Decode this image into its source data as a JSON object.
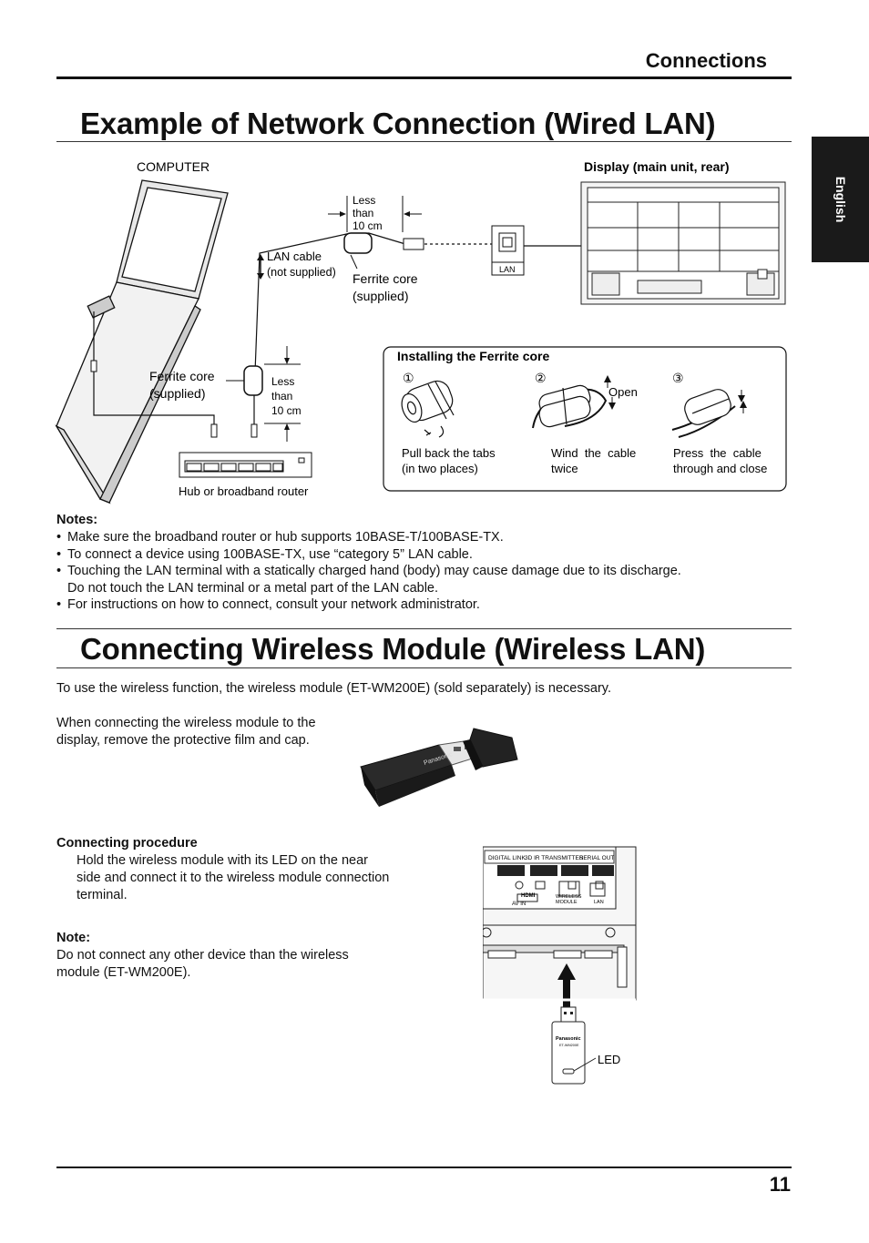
{
  "header": {
    "section": "Connections"
  },
  "side_tab": {
    "label": "English"
  },
  "wired": {
    "title": "Example of Network Connection (Wired LAN)",
    "computer_label": "COMPUTER",
    "display_label": "Display (main unit, rear)",
    "less_than_top": [
      "Less",
      "than",
      "10 cm"
    ],
    "lan_cable_label": [
      "LAN cable",
      "(not supplied)"
    ],
    "ferrite_top_label": [
      "Ferrite core",
      "(supplied)"
    ],
    "ferrite_left_label": [
      "Ferrite core",
      "(supplied)"
    ],
    "less_than_mid": [
      "Less",
      "than",
      "10 cm"
    ],
    "lan_port_label": "LAN",
    "hub_label": "Hub or broadband router",
    "ferrite_box": {
      "title": "Installing the Ferrite core",
      "open_label": "Open",
      "steps": [
        {
          "num": "①",
          "text": [
            "Pull back the tabs",
            "(in two places)"
          ]
        },
        {
          "num": "②",
          "text": [
            "Wind  the  cable",
            "twice"
          ]
        },
        {
          "num": "③",
          "text": [
            "Press  the  cable",
            "through and close"
          ]
        }
      ]
    },
    "notes_title": "Notes:",
    "notes": [
      "Make sure the broadband router or hub supports 10BASE-T/100BASE-TX.",
      "To connect a device using 100BASE-TX, use “category 5” LAN cable.",
      "Touching the LAN terminal with a statically charged hand (body) may cause damage due to its discharge.",
      "For instructions on how to connect, consult your network administrator."
    ],
    "note3_cont": "Do not touch the LAN terminal or a metal part of the LAN cable."
  },
  "wireless": {
    "title": "Connecting Wireless Module (Wireless LAN)",
    "intro": "To use the wireless function, the wireless module (ET-WM200E) (sold separately) is necessary.",
    "film_note": [
      "When connecting the wireless module to the",
      "display, remove the protective film and cap."
    ],
    "module_brand": "Panasonic",
    "procedure_title": "Connecting procedure",
    "procedure_text": [
      "Hold the wireless module with its LED on the near",
      "side and connect it to the wireless module connection",
      "terminal."
    ],
    "note_title": "Note:",
    "note_text": [
      "Do not connect any other device than the wireless",
      "module (ET-WM200E)."
    ],
    "panel_labels": [
      "DIGITAL LINK",
      "3D IR TRANSMITTER",
      "SERIAL OUT"
    ],
    "panel_sub": [
      "HDMI",
      "AV IN",
      "WIRELESS",
      "MODULE",
      "LAN"
    ],
    "usb_brand": "Panasonic",
    "usb_model": "ET-WM200E",
    "led_label": "LED"
  },
  "footer": {
    "page_number": "11"
  }
}
